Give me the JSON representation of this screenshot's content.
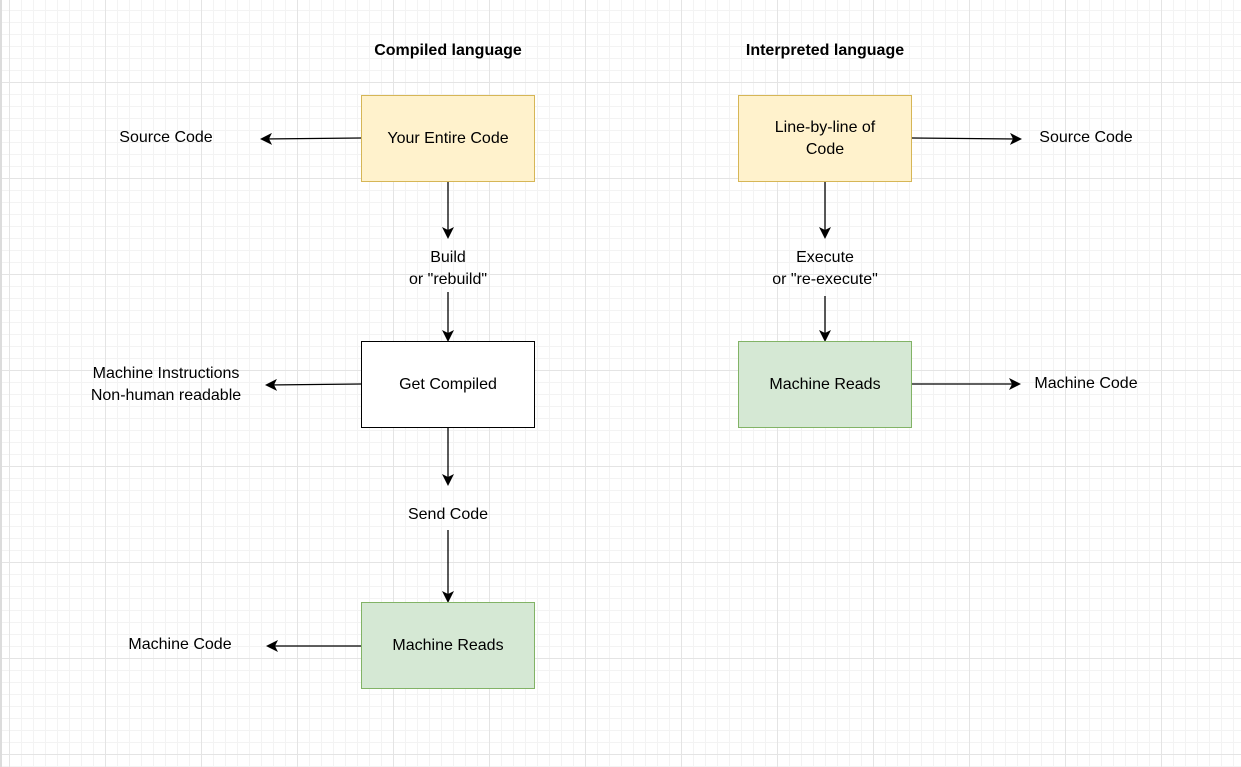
{
  "compiled": {
    "heading": "Compiled language",
    "step1": "Your Entire Code",
    "step1_output": "Source Code",
    "transition1": "Build\nor \"rebuild\"",
    "step2": "Get Compiled",
    "step2_output": "Machine Instructions\nNon-human readable",
    "transition2": "Send Code",
    "step3": "Machine Reads",
    "step3_output": "Machine Code"
  },
  "interpreted": {
    "heading": "Interpreted language",
    "step1": "Line-by-line of Code",
    "step1_output": "Source Code",
    "transition1": "Execute\nor \"re-execute\"",
    "step2": "Machine Reads",
    "step2_output": "Machine Code"
  },
  "colors": {
    "source_fill": "#fff2cc",
    "source_stroke": "#d6b656",
    "machine_fill": "#d5e8d4",
    "machine_stroke": "#82b366",
    "compile_stroke": "#000000"
  }
}
